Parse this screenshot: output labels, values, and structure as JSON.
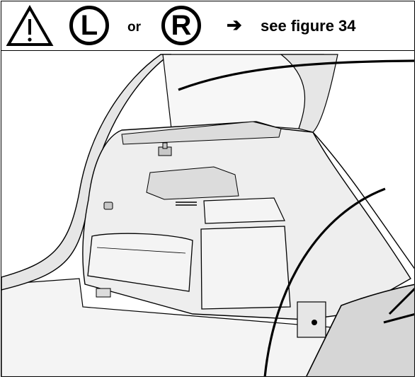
{
  "header": {
    "left_badge": "L",
    "or_label": "or",
    "right_badge": "R",
    "arrow_glyph": "➔",
    "reference_text": "see figure 34"
  },
  "icons": {
    "warning": "warning-triangle-icon",
    "left": "left-side-circle-icon",
    "right": "right-side-circle-icon",
    "arrow": "arrow-right-icon"
  },
  "colors": {
    "line": "#000000",
    "panel_light": "#eeeeee",
    "panel_mid": "#dcdcdc",
    "panel_dark": "#c8c8c8"
  }
}
